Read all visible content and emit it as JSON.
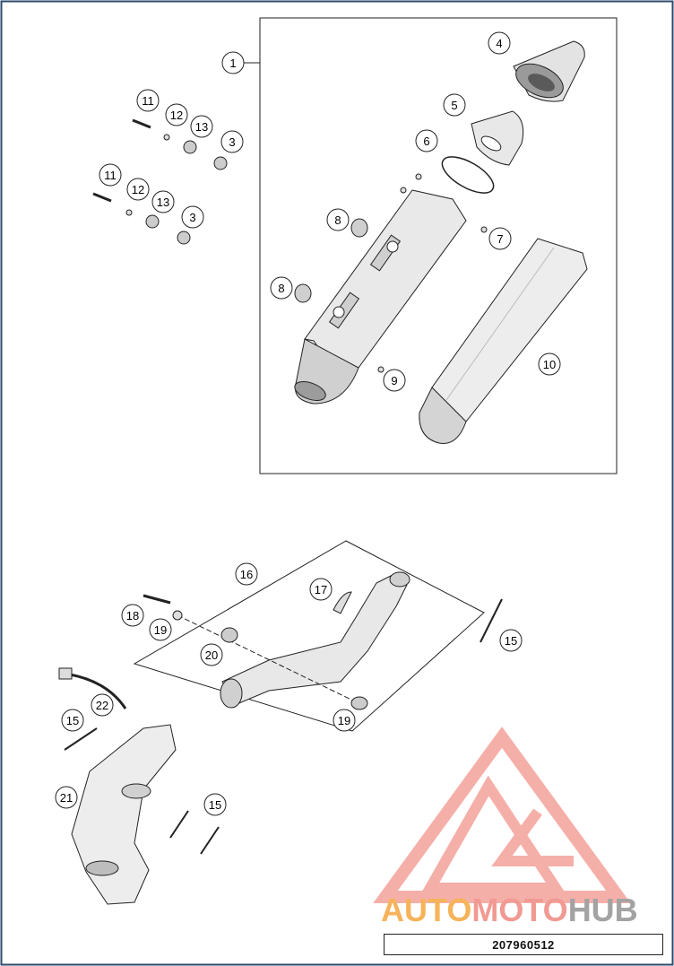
{
  "diagram": {
    "frame_color": "#2c4a6e",
    "line_color": "#222222",
    "part_fill": "#e6e6e6",
    "part_shade": "#bdbdbd",
    "callouts": {
      "c1": "1",
      "c4": "4",
      "c5": "5",
      "c6": "6",
      "c7": "7",
      "c8a": "8",
      "c8b": "8",
      "c9": "9",
      "c10": "10",
      "c11a": "11",
      "c12a": "12",
      "c13a": "13",
      "c3a": "3",
      "c11b": "11",
      "c12b": "12",
      "c13b": "13",
      "c3b": "3",
      "c16": "16",
      "c17": "17",
      "c18": "18",
      "c19a": "19",
      "c20": "20",
      "c19b": "19",
      "c15a": "15",
      "c22": "22",
      "c15b": "15",
      "c21": "21",
      "c15c": "15"
    }
  },
  "watermark": {
    "part1": "AUTO",
    "part2": "MOTO",
    "part3": "HUB",
    "color1": "#f6b35a",
    "color2": "#f19a93",
    "color3": "#a3a3a3"
  },
  "part_code": "207960512"
}
